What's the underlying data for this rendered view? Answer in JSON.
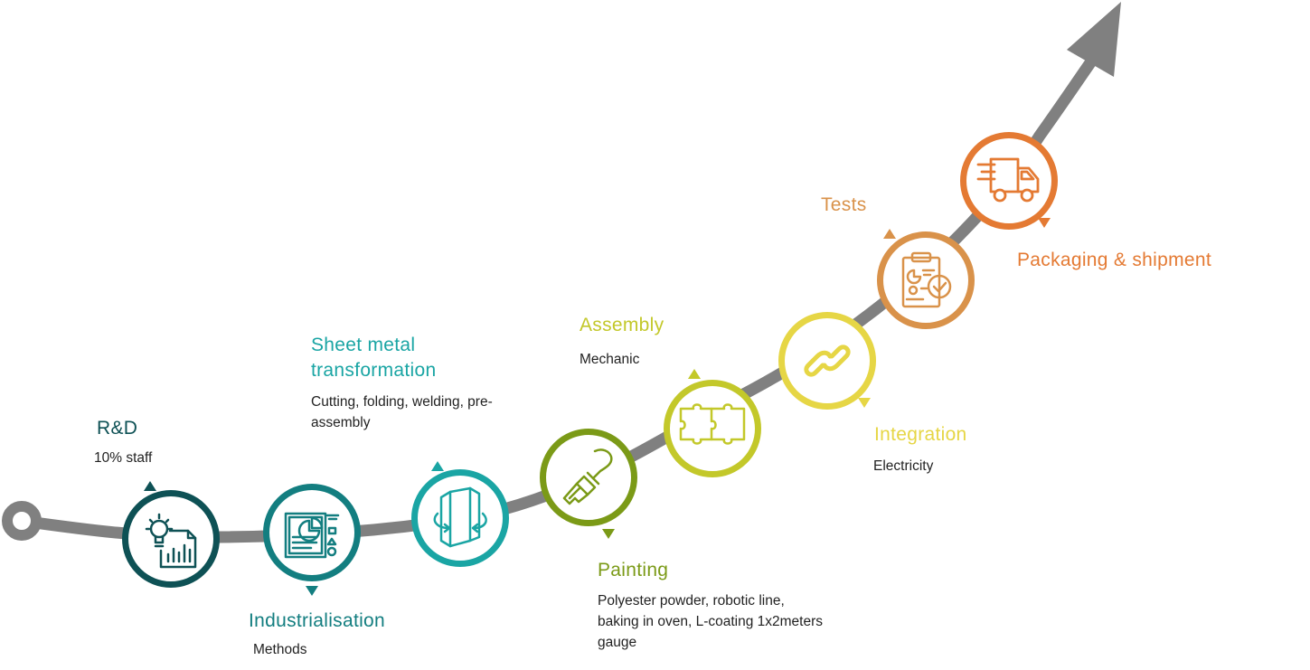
{
  "colors": {
    "curve": "#808080",
    "rd": "#0e5155",
    "industrialisation": "#137e80",
    "sheet": "#1aa5a4",
    "painting": "#7b9a17",
    "assembly": "#c3c82a",
    "integration": "#e6d645",
    "tests": "#d9924a",
    "packaging": "#e47a33"
  },
  "steps": [
    {
      "id": "rd",
      "title": "R&D",
      "desc": "10% staff",
      "icon": "lightbulb-chart-icon"
    },
    {
      "id": "industrialisation",
      "title": "Industrialisation",
      "desc": "Methods",
      "icon": "document-piechart-icon"
    },
    {
      "id": "sheet",
      "title": "Sheet metal transformation",
      "desc": "Cutting, folding, welding, pre-assembly",
      "icon": "folding-sheet-icon"
    },
    {
      "id": "painting",
      "title": "Painting",
      "desc": "Polyester powder, robotic line, baking in oven, L-coating 1x2meters gauge",
      "icon": "paintbrush-icon"
    },
    {
      "id": "assembly",
      "title": "Assembly",
      "desc": "Mechanic",
      "icon": "puzzle-icon"
    },
    {
      "id": "integration",
      "title": "Integration",
      "desc": "Electricity",
      "icon": "chain-link-icon"
    },
    {
      "id": "tests",
      "title": "Tests",
      "desc": "",
      "icon": "clipboard-check-icon"
    },
    {
      "id": "packaging",
      "title": "Packaging & shipment",
      "desc": "",
      "icon": "delivery-truck-icon"
    }
  ]
}
